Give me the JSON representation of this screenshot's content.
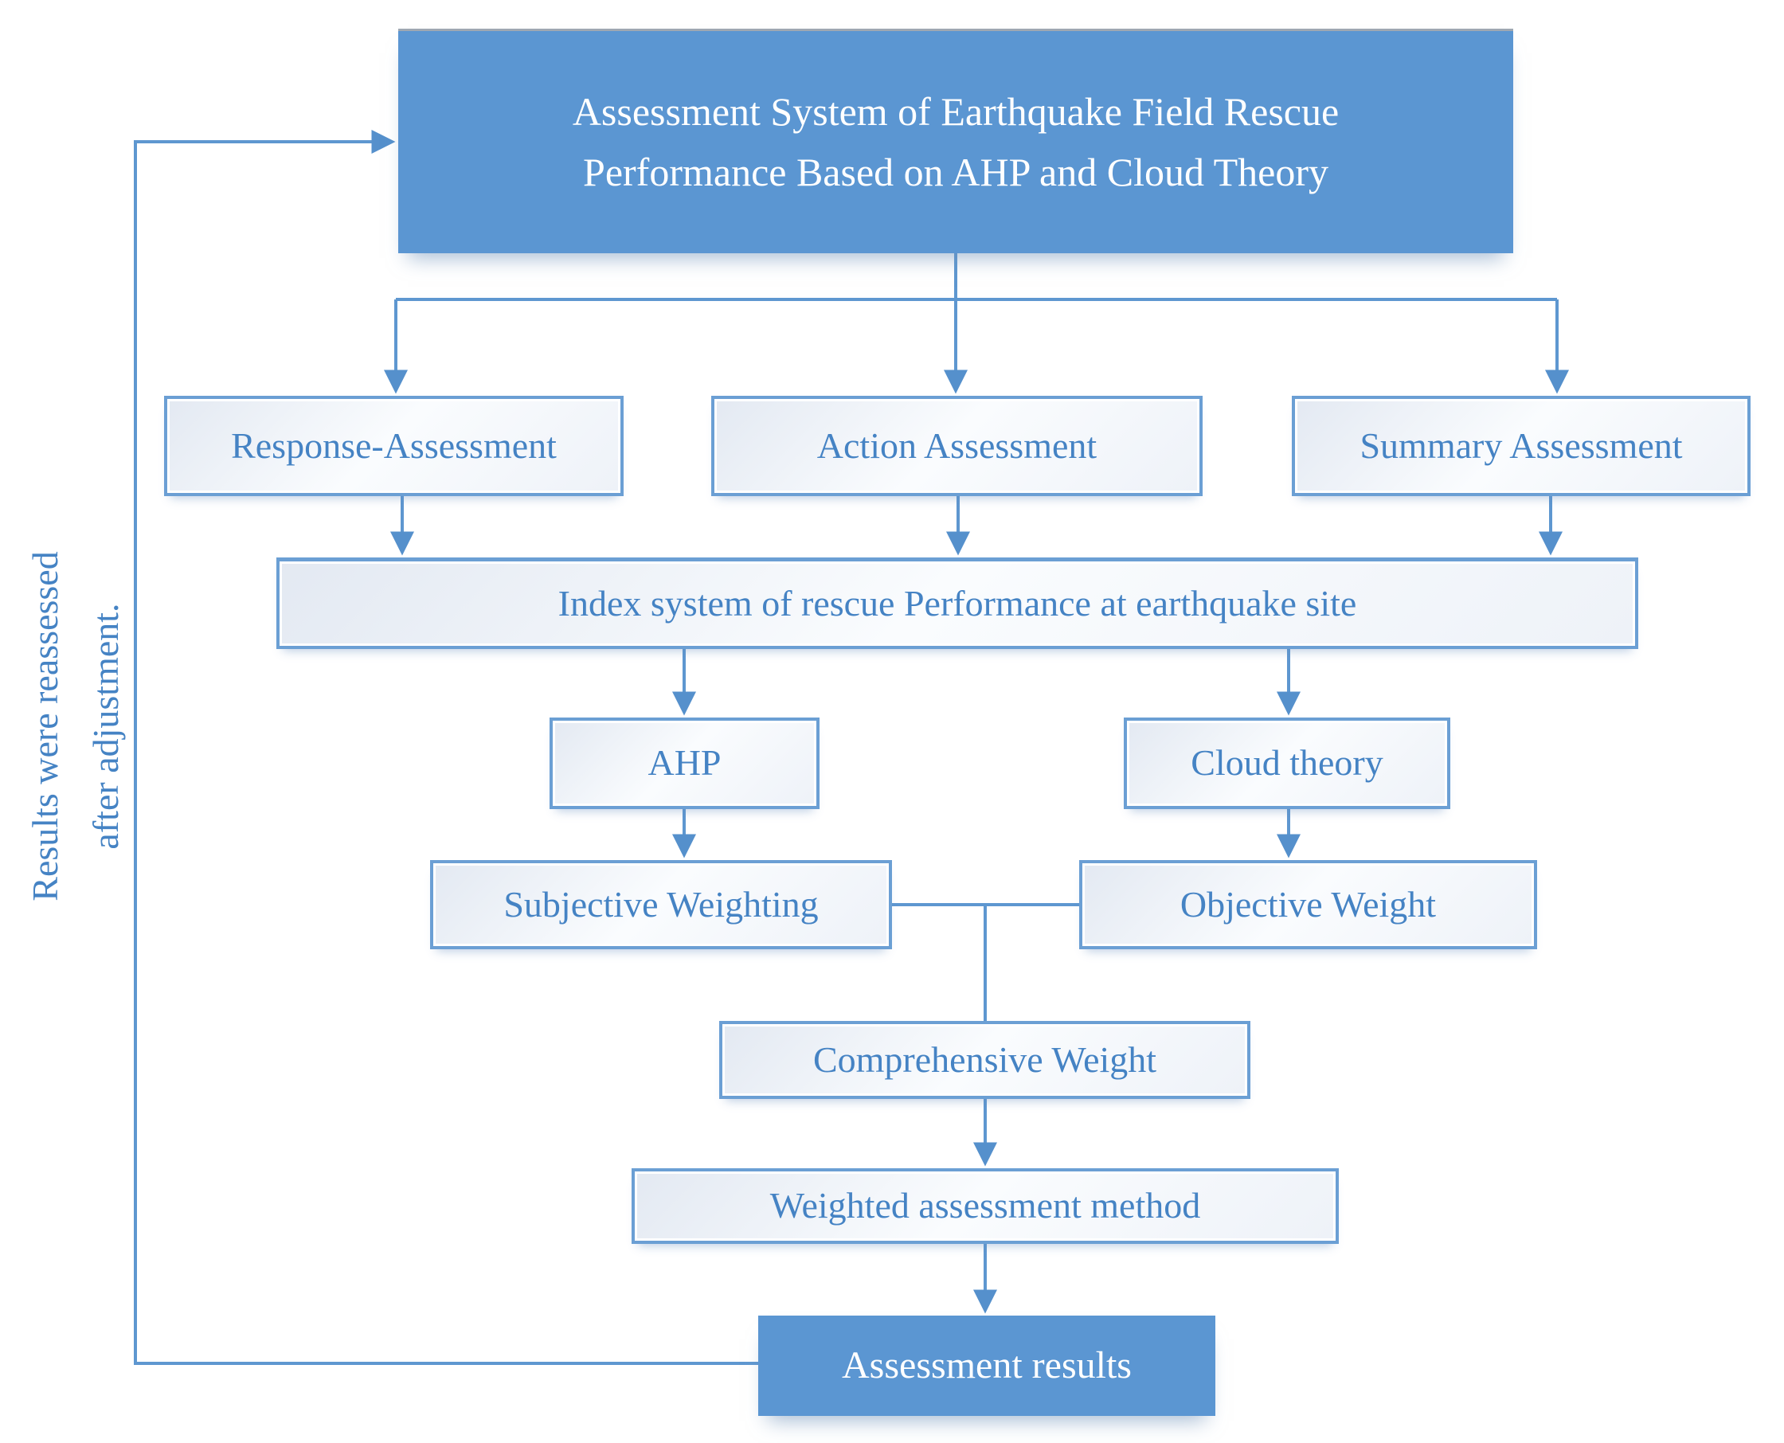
{
  "colors": {
    "accent_fill": "#5b96d2",
    "line": "#5e97d0",
    "box_text": "#4583c4",
    "box_border": "#6b9fd4",
    "title_text": "#ffffff"
  },
  "nodes": {
    "title": {
      "line1": "Assessment System of Earthquake Field Rescue",
      "line2": "Performance Based on AHP and Cloud Theory"
    },
    "response": {
      "label": "Response-Assessment"
    },
    "action": {
      "label": "Action Assessment"
    },
    "summary": {
      "label": "Summary Assessment"
    },
    "index": {
      "label": "Index system of rescue Performance at earthquake site"
    },
    "ahp": {
      "label": "AHP"
    },
    "cloud": {
      "label": "Cloud theory"
    },
    "subjective": {
      "label": "Subjective Weighting"
    },
    "objective": {
      "label": "Objective Weight"
    },
    "comprehensive": {
      "label": "Comprehensive Weight"
    },
    "weighted": {
      "label": "Weighted assessment method"
    },
    "results": {
      "label": "Assessment results"
    }
  },
  "side_note": {
    "line1": "Results were reassessed",
    "line2": "after adjustment."
  }
}
